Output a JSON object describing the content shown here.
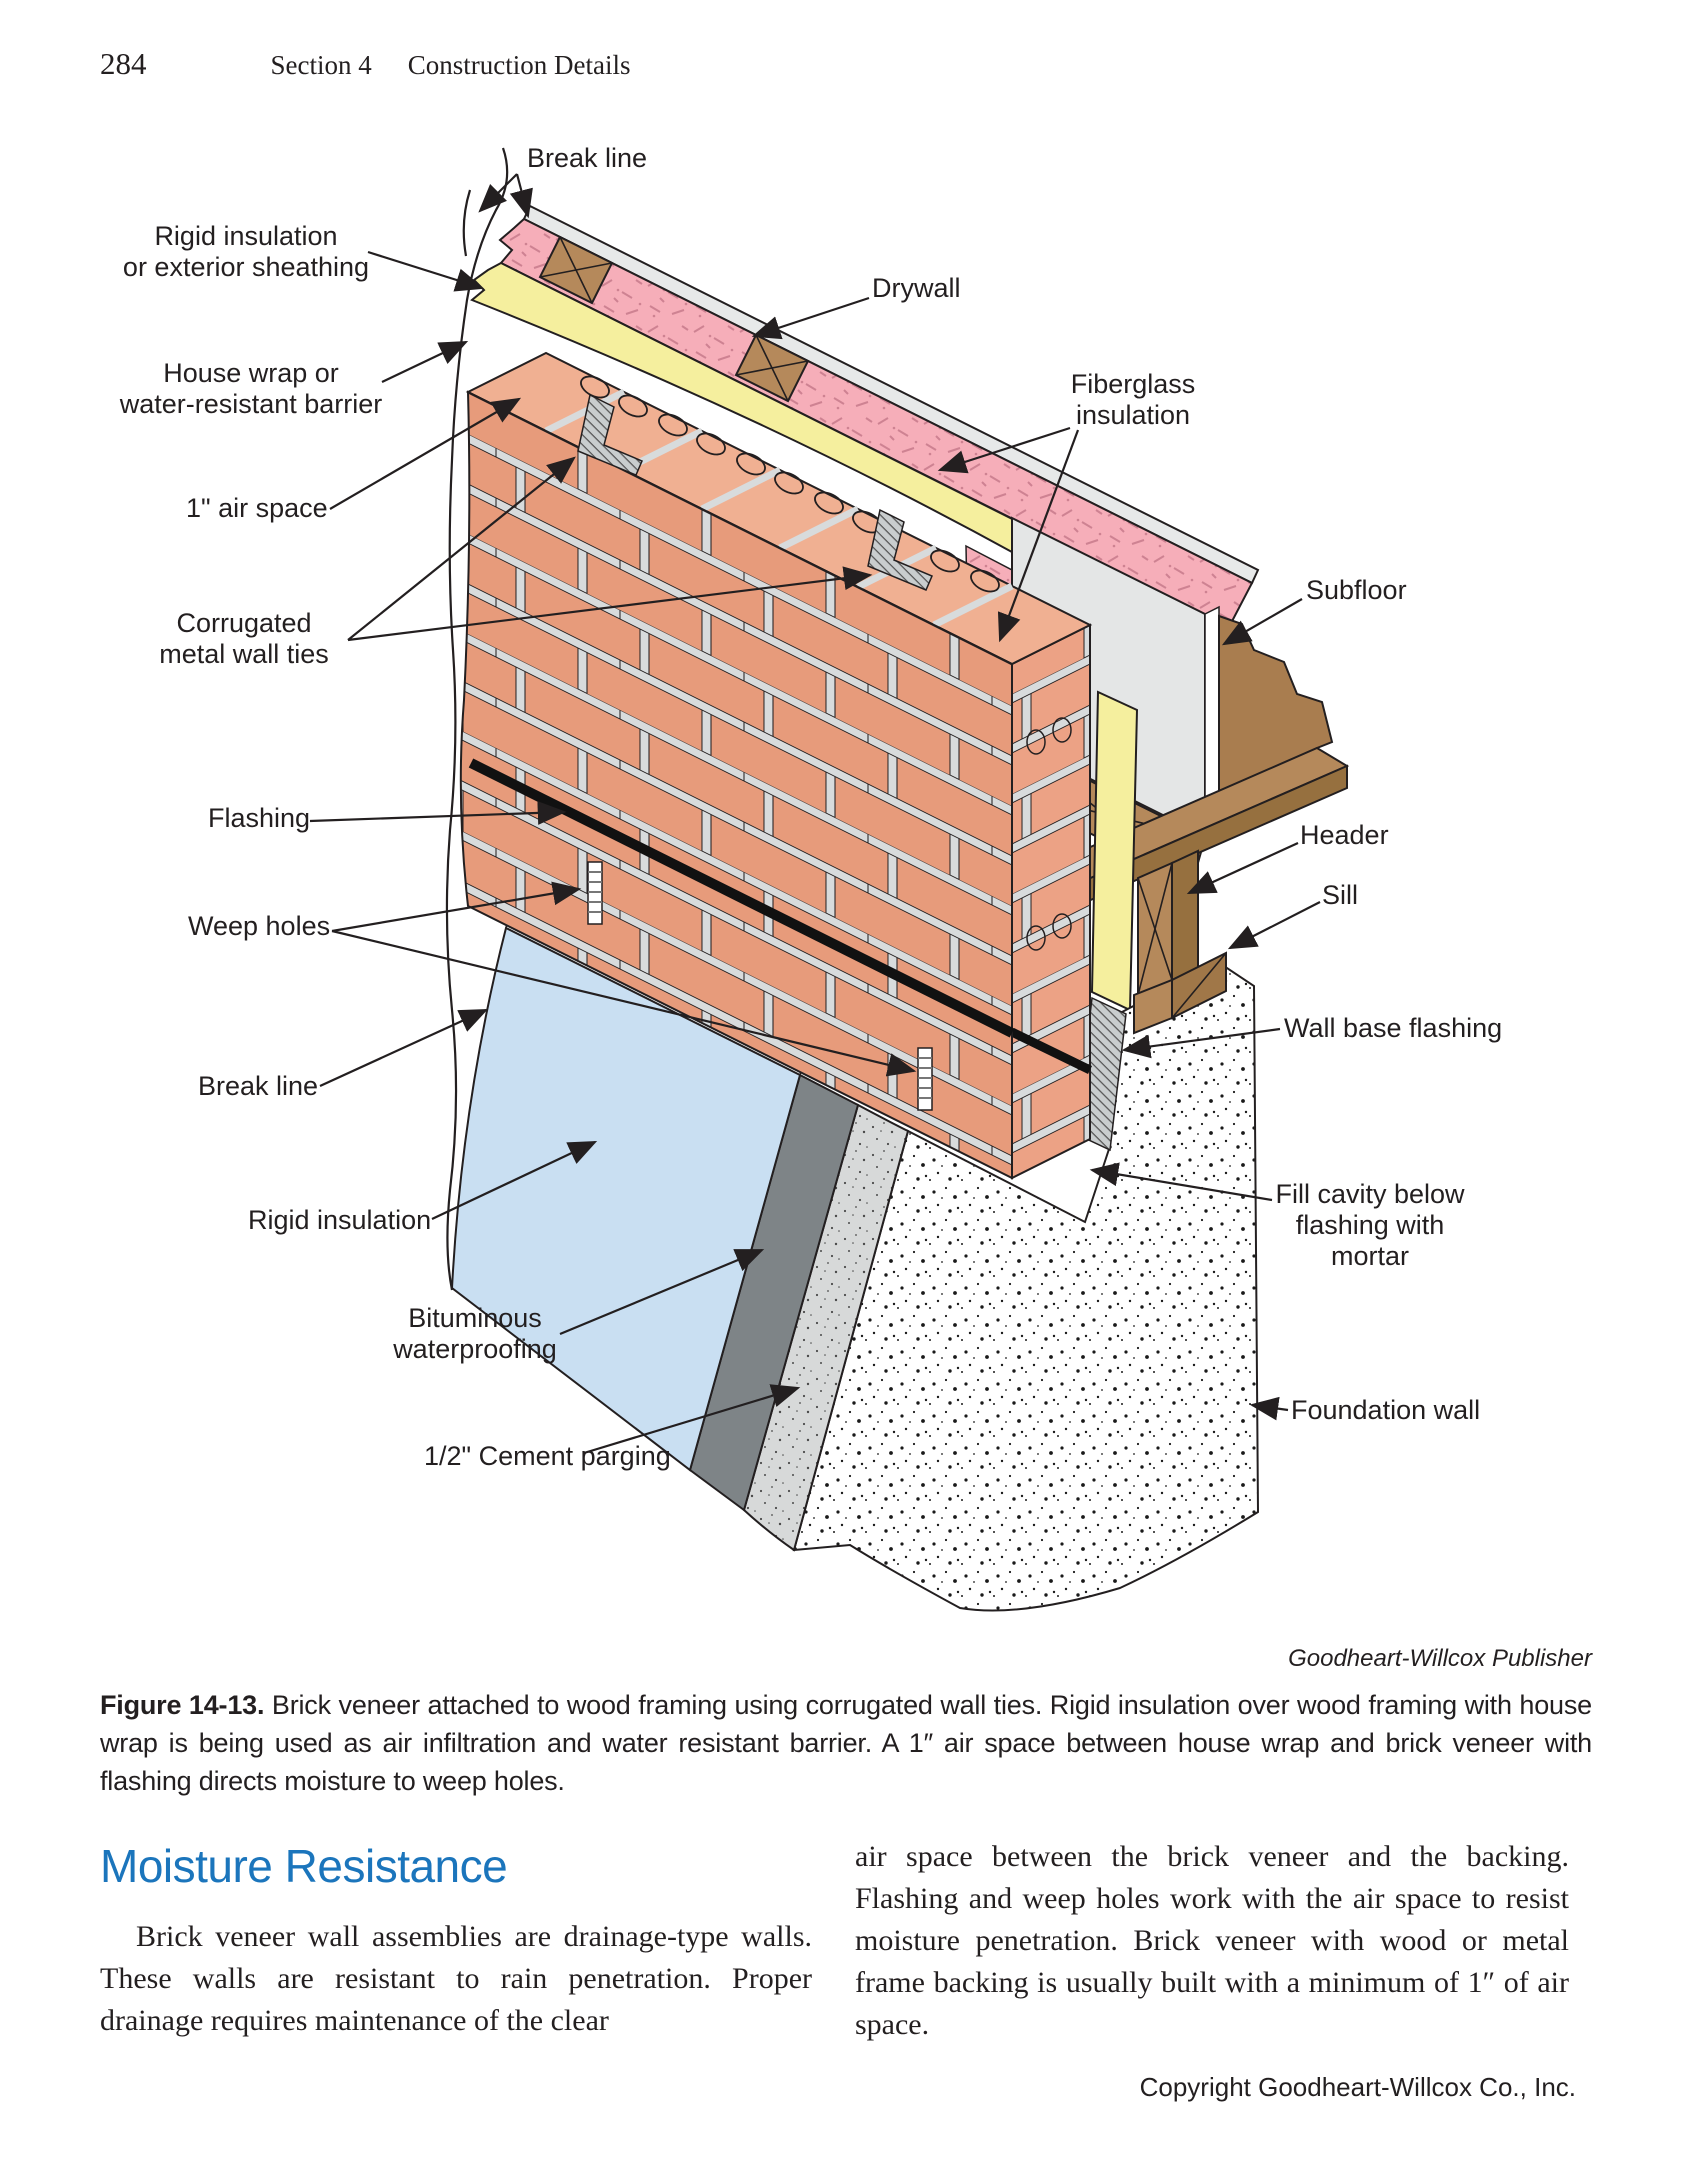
{
  "page": {
    "number": "284",
    "section_label": "Section 4",
    "section_title": "Construction Details",
    "footer": "Copyright Goodheart-Willcox Co., Inc."
  },
  "figure": {
    "credit": "Goodheart-Willcox Publisher",
    "caption_label": "Figure 14-13.",
    "caption_text": "Brick veneer attached to wood framing using corrugated wall ties. Rigid insulation over wood framing with house wrap is being used as air infiltration and water resistant barrier. A 1″ air space between house wrap and brick veneer with flashing directs moisture to weep holes.",
    "labels": {
      "break_line_top": "Break line",
      "rigid_insulation_sheathing": "Rigid insulation\nor exterior sheathing",
      "drywall": "Drywall",
      "house_wrap": "House wrap or\nwater-resistant barrier",
      "fiberglass": "Fiberglass\ninsulation",
      "air_space": "1\" air space",
      "wall_ties": "Corrugated\nmetal wall ties",
      "flashing": "Flashing",
      "weep_holes": "Weep holes",
      "break_line_bottom": "Break line",
      "rigid_insulation": "Rigid insulation",
      "bituminous": "Bituminous\nwaterproofing",
      "cement_parging": "1/2\" Cement parging",
      "subfloor": "Subfloor",
      "header": "Header",
      "sill": "Sill",
      "wall_base_flashing": "Wall base flashing",
      "fill_cavity": "Fill cavity below\nflashing with mortar",
      "foundation_wall": "Foundation wall"
    }
  },
  "article": {
    "heading": "Moisture Resistance",
    "col_left": "Brick veneer wall assemblies are drainage-type walls. These walls are resistant to rain penetration. Proper drainage requires maintenance of the clear",
    "col_right": "air space between the brick veneer and the backing. Flashing and weep holes work with the air space to resist moisture penetration. Brick veneer with wood or metal frame backing is usually built with a minimum of 1″ of air space."
  },
  "colors": {
    "heading_blue": "#1B75BC",
    "brick": "#E79B7B",
    "brick_top": "#F0B092",
    "mortar": "#D8DBDC",
    "fiberglass_pink": "#F6AEB9",
    "insulation_yellow": "#F5EF9E",
    "rigid_blue": "#C9DFF2",
    "wood_brown": "#B5895B",
    "drywall_gray": "#E4E6E6",
    "bituminous_gray": "#7E8487",
    "text": "#231F20"
  }
}
